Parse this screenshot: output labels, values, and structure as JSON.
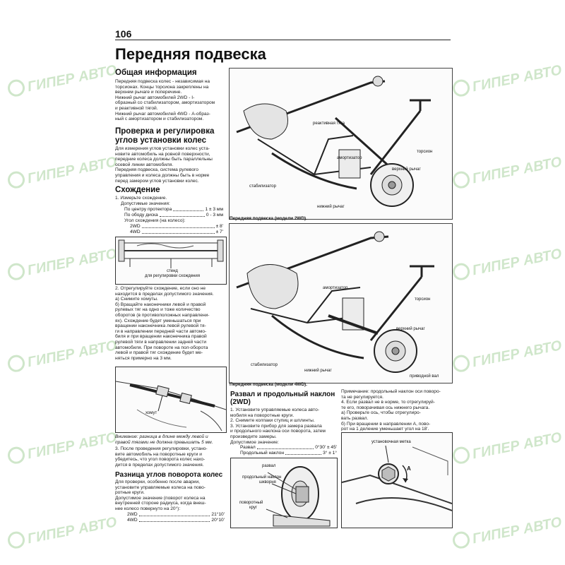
{
  "page_number": "106",
  "title": "Передняя подвеска",
  "watermark": "ГИПЕР АВТО",
  "general": {
    "heading": "Общая информация",
    "text": "Передняя подвеска колес - независимая на\nторсионах. Концы торсиона закреплены на\nверхнем рычаге и поперечине.\nНижний рычаг автомобилей 2WD - I-\nобразный со стабилизатором, амортизатором\nи реактивной тягой.\nНижний рычаг автомобилей 4WD - А-образ-\nный с амортизатором и стабилизатором."
  },
  "check": {
    "heading": "Проверка и регулировка\nуглов установки колес",
    "text": "Для измерения углов установки колес уста-\nновите автомобиль на ровной поверхности,\nпередние колеса должны быть параллельны\nосевой линии автомобиля.\nПередняя подвеска, система рулевого\nуправления и колеса должны быть в норме\nперед замером углов установки колес."
  },
  "toe": {
    "heading": "Схождение",
    "step1": "1. Измерьте схождение.",
    "allowed": "Допустимые значения:",
    "rows": [
      {
        "label": "По центру протектора",
        "value": "1 ± 3 мм"
      },
      {
        "label": "По ободу диска",
        "value": "0 - 3 мм"
      }
    ],
    "angle_label": "Угол схождения (на колесо):",
    "angle_rows": [
      {
        "label": "2WD",
        "value": "± 8'"
      },
      {
        "label": "4WD",
        "value": "± 7'"
      }
    ],
    "fig_label": "стенд\nдля регулировки схождения",
    "step2": "2. Отрегулируйте схождение, если оно не\nнаходится в пределах допустимого значения.\n  а) Снимите хомуты.\n  б) Вращайте наконечники левой и правой\nрулевых тяг на одно и тоже количество\nоборотов (в противоположных направлени-\nях). Схождение будет уменьшаться при\nвращении наконечника левой рулевой тя-\nги в направлении передней части автомо-\nбиля и при вращении наконечника правой\nрулевой тяги в направлении задней части\nавтомобиля. При повороте на пол-оборота\nлевой и правой тяг схождение будет ме-\nняться примерно на 3 мм.",
    "clamp_label": "хомут",
    "note": "Внимание: разница в длине между левой и\nправой тягами не должна превышать 5 мм.",
    "step3": "3. После проведения регулировки, устано-\nвите автомобиль на поворотные круги и\nубедитесь, что угол поворота колес нахо-\nдится в пределах допустимого значения."
  },
  "turn": {
    "heading": "Разница углов поворота колес",
    "text": "Для проверки, особенно после аварии,\nустановите управляемые колеса на пово-\nротные круги.\n  Допустимое значение (поворот колеса на\nвнутренней стороне радиуса, когда внеш-\nнее колесо повернуто на 20°):",
    "rows": [
      {
        "label": "2WD",
        "value": "21°10'"
      },
      {
        "label": "4WD",
        "value": "20°10'"
      }
    ]
  },
  "fig_2wd": {
    "caption": "Передняя подвеска (модели 2WD).",
    "labels": [
      "реактивная тяга",
      "торсион",
      "амортизатор",
      "верхний рычаг",
      "стабилизатор",
      "нижний рычаг"
    ]
  },
  "fig_4wd": {
    "caption": "Передняя подвеска (модели 4WD).",
    "labels": [
      "амортизатор",
      "торсион",
      "верхний рычаг",
      "стабилизатор",
      "нижний рычаг",
      "приводной вал"
    ]
  },
  "camber": {
    "heading": "Развал и продольный наклон\n(2WD)",
    "text": "1. Установите управляемые колеса авто-\nмобиля на поворотные круги.\n2. Снимите колпаки ступиц и шплинты.\n3. Установите прибор для замера развала\nи продольного наклона оси поворота, затем\nпроизведите замеры.\n  Допустимое значение:",
    "rows": [
      {
        "label": "Развал",
        "value": "0°30' ± 45'"
      },
      {
        "label": "Продольный наклон",
        "value": "3° ± 1°"
      }
    ],
    "fig_labels": [
      "развал",
      "продольный наклон",
      "шкворня",
      "поворотный",
      "круг"
    ]
  },
  "note": {
    "text": "Примечание: продольный наклон оси поворо-\nта не регулируется.\n4. Если развал не в норме, то отрегулируй-\nте его, поворачивая ось нижнего рычага.\n  а) Проверьте ось, чтобы отрегулиро-\nвать развал.\n  б) При вращении в направлении А, пово-\nрот на 1 деление уменьшает угол на 18'.",
    "fig_labels": [
      "установочная метка",
      "A"
    ]
  }
}
